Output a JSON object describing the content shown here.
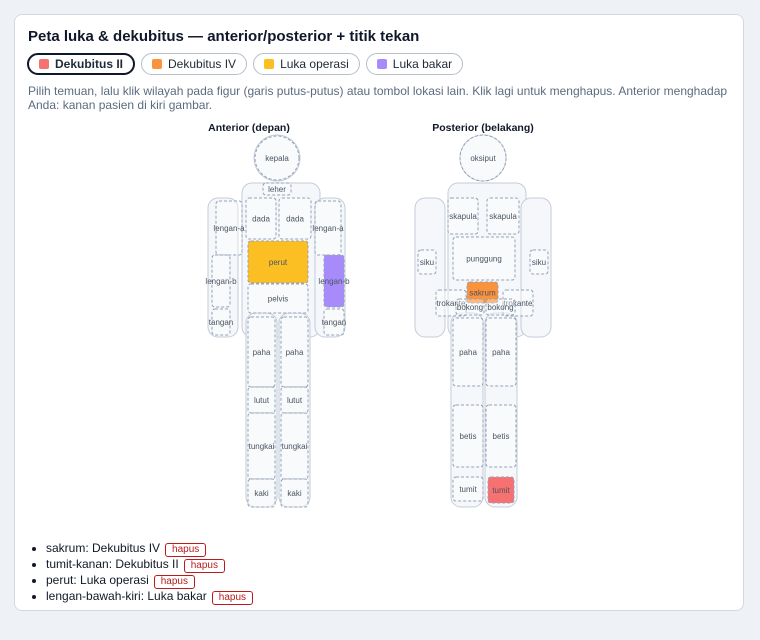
{
  "title": "Peta luka & dekubitus — anterior/posterior + titik tekan",
  "chips": [
    {
      "label": "Dekubitus II",
      "color": "#f87171",
      "active": true
    },
    {
      "label": "Dekubitus IV",
      "color": "#fb923c",
      "active": false
    },
    {
      "label": "Luka operasi",
      "color": "#fbbf24",
      "active": false
    },
    {
      "label": "Luka bakar",
      "color": "#a78bfa",
      "active": false
    }
  ],
  "hint": "Pilih temuan, lalu klik wilayah pada figur (garis putus-putus) atau tombol lokasi lain. Klik lagi untuk menghapus. Anterior menghadap Anda: kanan pasien di kiri gambar.",
  "anterior": {
    "title": "Anterior (depan)",
    "regions": [
      {
        "label": "kepala"
      },
      {
        "label": "leher"
      },
      {
        "label": "dada"
      },
      {
        "label": "dada"
      },
      {
        "label": "lengan-a"
      },
      {
        "label": "lengan-a"
      },
      {
        "label": "perut",
        "fill": "#fbbf24"
      },
      {
        "label": "lengan-b"
      },
      {
        "label": "lengan-b",
        "fill": "#a78bfa"
      },
      {
        "label": "pelvis"
      },
      {
        "label": "tangan"
      },
      {
        "label": "tangan"
      },
      {
        "label": "paha"
      },
      {
        "label": "paha"
      },
      {
        "label": "lutut"
      },
      {
        "label": "lutut"
      },
      {
        "label": "tungkai"
      },
      {
        "label": "tungkai"
      },
      {
        "label": "kaki"
      },
      {
        "label": "kaki"
      }
    ]
  },
  "posterior": {
    "title": "Posterior (belakang)",
    "regions": [
      {
        "label": "oksiput"
      },
      {
        "label": "skapula"
      },
      {
        "label": "skapula"
      },
      {
        "label": "punggung"
      },
      {
        "label": "siku"
      },
      {
        "label": "siku"
      },
      {
        "label": "sakrum",
        "fill": "#fb923c"
      },
      {
        "label": "trokante"
      },
      {
        "label": "trokante"
      },
      {
        "label": "bokong"
      },
      {
        "label": "bokong"
      },
      {
        "label": "paha"
      },
      {
        "label": "paha"
      },
      {
        "label": "betis"
      },
      {
        "label": "betis"
      },
      {
        "label": "tumit"
      },
      {
        "label": "tumit",
        "fill": "#f87171"
      }
    ]
  },
  "findings": [
    {
      "text": "sakrum: Dekubitus IV",
      "action": "hapus"
    },
    {
      "text": "tumit-kanan: Dekubitus II",
      "action": "hapus"
    },
    {
      "text": "perut: Luka operasi",
      "action": "hapus"
    },
    {
      "text": "lengan-bawah-kiri: Luka bakar",
      "action": "hapus"
    }
  ]
}
